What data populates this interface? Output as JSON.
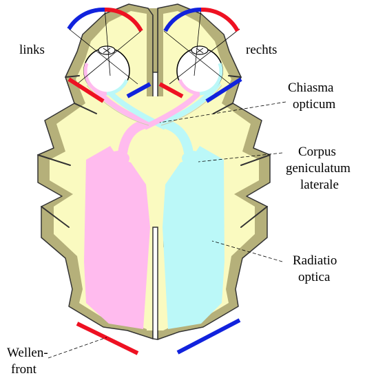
{
  "labels": {
    "left": "links",
    "right": "rechts",
    "chiasma_1": "Chiasma",
    "chiasma_2": "opticum",
    "corpus_1": "Corpus",
    "corpus_2": "geniculatum",
    "corpus_3": "laterale",
    "radiatio_1": "Radiatio",
    "radiatio_2": "optica",
    "wellen_1": "Wellen-",
    "wellen_2": "front"
  },
  "colors": {
    "cortex": "#b5b07a",
    "white_matter": "#fafac0",
    "left_pathway": "#ffbbee",
    "right_pathway": "#bbf8f8",
    "field_red": "#ee1122",
    "field_blue": "#1122dd",
    "outline": "#333333"
  }
}
